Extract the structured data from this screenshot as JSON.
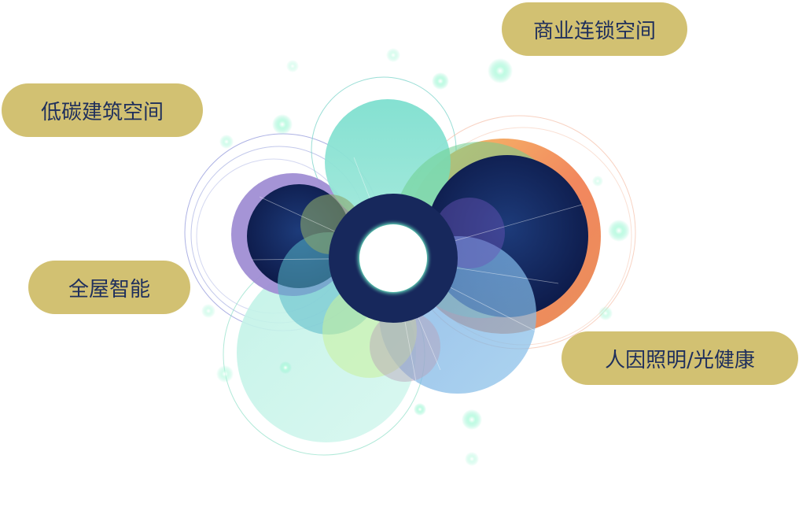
{
  "labels": {
    "commercial_chain_space": "商业连锁空间",
    "low_carbon_building_space": "低碳建筑空间",
    "whole_house_smart": "全屋智能",
    "human_centric_lighting": "人因照明/光健康"
  },
  "colors": {
    "pill_background": "#d2c172",
    "pill_text": "#1f2f5c",
    "center_ring": "#17285c",
    "navy_disc": "#0f1c4d",
    "teal": "#5fd3c3",
    "orange": "#f38a5e",
    "purple": "#9a8bd2",
    "glow": "#7ff0c8"
  },
  "icons": [
    "glow-dot-icon"
  ]
}
